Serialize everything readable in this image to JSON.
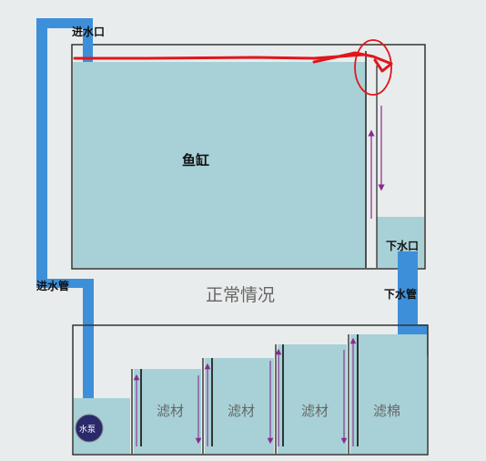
{
  "labels": {
    "inlet": "进水口",
    "tank": "鱼缸",
    "outlet": "下水口",
    "inlet_pipe": "进水管",
    "title": "正常情况",
    "drain_pipe": "下水管",
    "pump": "水泵",
    "filter1": "滤材",
    "filter2": "滤材",
    "filter3": "滤材",
    "filter4": "滤棉"
  },
  "colors": {
    "background": "#e9ecec",
    "water": "#a7d1d6",
    "pipe": "#3d8fd9",
    "outline": "#333333",
    "annotation_red": "#e0161d",
    "flow_arrow": "#8a2a8f",
    "pump": "#2a2a6a"
  }
}
